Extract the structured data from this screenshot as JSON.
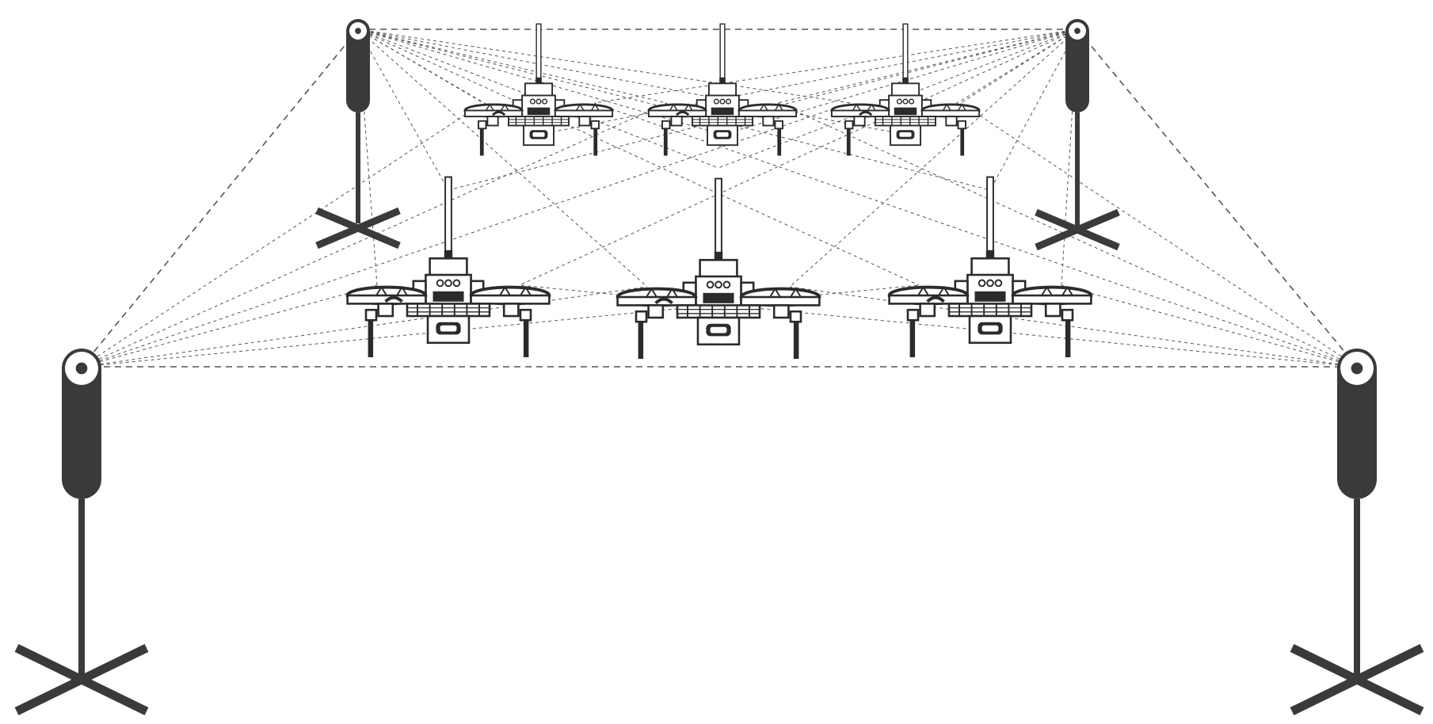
{
  "diagram": {
    "stroke_color": "#3a3a3a",
    "link_color": "#555555",
    "background": "#ffffff",
    "stands": [
      {
        "id": "back-left",
        "icon": "camera-stand-icon"
      },
      {
        "id": "back-right",
        "icon": "camera-stand-icon"
      },
      {
        "id": "front-left",
        "icon": "camera-stand-icon"
      },
      {
        "id": "front-right",
        "icon": "camera-stand-icon"
      }
    ],
    "drones": [
      {
        "id": "drone-back-1",
        "row": "back",
        "icon": "quadcopter-icon"
      },
      {
        "id": "drone-back-2",
        "row": "back",
        "icon": "quadcopter-icon"
      },
      {
        "id": "drone-back-3",
        "row": "back",
        "icon": "quadcopter-icon"
      },
      {
        "id": "drone-front-1",
        "row": "front",
        "icon": "quadcopter-icon"
      },
      {
        "id": "drone-front-2",
        "row": "front",
        "icon": "quadcopter-icon"
      },
      {
        "id": "drone-front-3",
        "row": "front",
        "icon": "quadcopter-icon"
      }
    ]
  }
}
